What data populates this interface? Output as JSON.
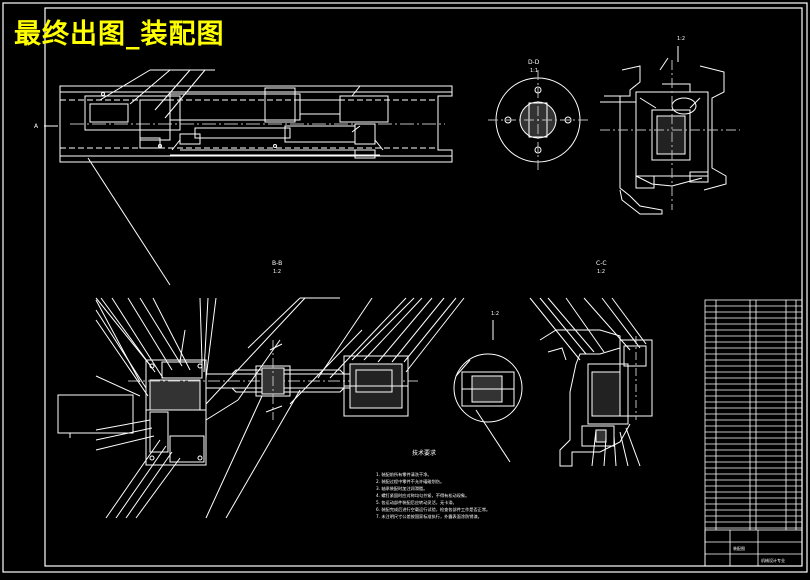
{
  "overlay_title": "最终出图_装配图",
  "views": {
    "top": {
      "section_label": "A"
    },
    "d_section": {
      "name": "D-D",
      "scale": "1:1"
    },
    "right_top": {
      "scale": "1:2"
    },
    "b_section": {
      "name": "B-B",
      "scale": "1:2"
    },
    "detail": {
      "scale": "1:2"
    },
    "c_section": {
      "name": "C-C",
      "scale": "1:2"
    }
  },
  "notes": {
    "heading": "技术要求",
    "lines": [
      "1. 装配前所有零件清洗干净。",
      "2. 装配过程中零件不允许磕碰划伤。",
      "3. 轴承装配时加注润滑脂。",
      "4. 螺钉紧固时应对称均匀拧紧，不得有松动现象。",
      "5. 各运动部件装配后应转动灵活，无卡滞。",
      "6. 装配完成后进行空载运行试验，检查各部件工作是否正常。",
      "7. 未注明尺寸公差按国家标准执行，外露表面涂防锈漆。"
    ]
  },
  "title_block": {
    "drawing_name": "装配图",
    "school": "机械设计专业"
  },
  "colors": {
    "background": "#000000",
    "line": "#ffffff",
    "title": "#ffff00",
    "dashed": "#bbbbbb"
  }
}
